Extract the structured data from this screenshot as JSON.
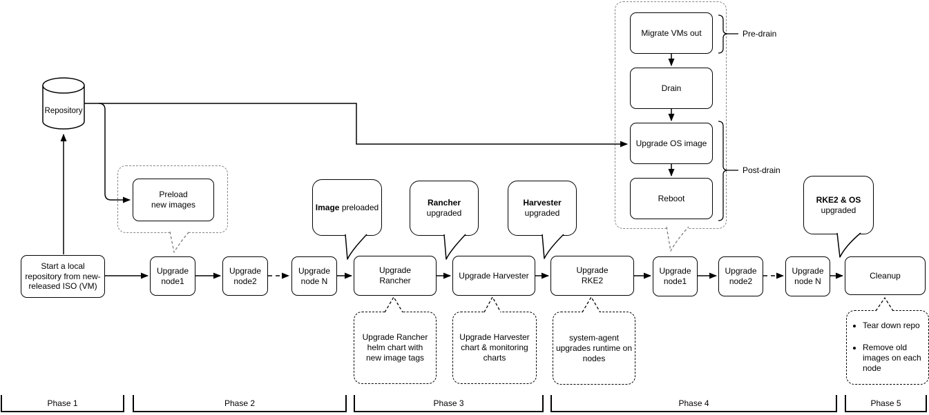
{
  "repository": {
    "label": "Repository"
  },
  "nodes": {
    "start": "Start a local\nrepository from new-\nreleased ISO (VM)",
    "preload": "Preload\nnew images",
    "node1a": "Upgrade\nnode1",
    "node2a": "Upgrade\nnode2",
    "nodeNa": "Upgrade\nnode N",
    "rancher": "Upgrade\nRancher",
    "harvester": "Upgrade Harvester",
    "rke2": "Upgrade\nRKE2",
    "node1b": "Upgrade\nnode1",
    "node2b": "Upgrade\nnode2",
    "nodeNb": "Upgrade\nnode N",
    "cleanup": "Cleanup"
  },
  "node_detail": {
    "steps": [
      "Migrate VMs out",
      "Drain",
      "Upgrade OS image",
      "Reboot"
    ],
    "pre_drain_label": "Pre-drain",
    "post_drain_label": "Post-drain"
  },
  "bubbles": {
    "image": {
      "bold": "Image",
      "rest": " preloaded"
    },
    "rancher": {
      "bold": "Rancher",
      "rest": "upgraded"
    },
    "harvester": {
      "bold": "Harvester",
      "rest": "upgraded"
    },
    "rke2_os": {
      "bold": "RKE2 & OS",
      "rest": "upgraded"
    }
  },
  "callouts": {
    "rancher_helm": "Upgrade Rancher\nhelm chart with\nnew image tags",
    "harvester_charts": "Upgrade Harvester\nchart & monitoring\ncharts",
    "system_agent": "system-agent\nupgrades runtime on\nnodes",
    "cleanup_items": [
      "Tear down repo",
      "Remove old images on each node"
    ]
  },
  "phases": [
    "Phase 1",
    "Phase 2",
    "Phase 3",
    "Phase 4",
    "Phase 5"
  ],
  "colors": {
    "stroke": "#000000",
    "container_dash": "#848484",
    "background": "#ffffff"
  }
}
